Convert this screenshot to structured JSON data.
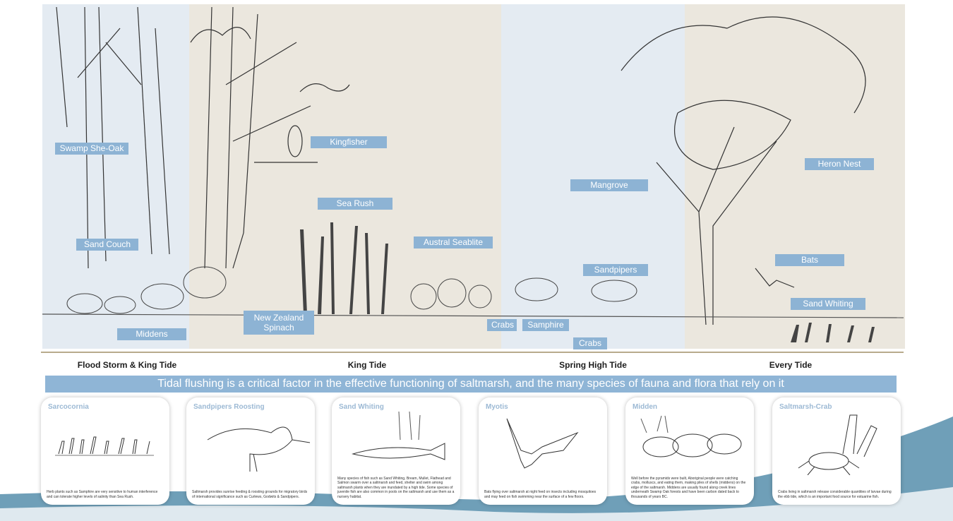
{
  "colors": {
    "zone_blue": "#e4ebf2",
    "zone_beige": "#ebe7de",
    "label_blue": "#8db3d4",
    "banner_blue": "#8fb5d6",
    "wave_blue": "#6f9fb8",
    "divider": "#b8ab8c"
  },
  "labels": {
    "swamp_she_oak": "Swamp She-Oak",
    "kingfisher": "Kingfisher",
    "sea_rush": "Sea Rush",
    "austral_seablite": "Austral Seablite",
    "sand_couch": "Sand Couch",
    "middens": "Middens",
    "new_zealand_spinach": "New Zealand Spinach",
    "mangrove": "Mangrove",
    "heron_nest": "Heron Nest",
    "sandpipers": "Sandpipers",
    "bats": "Bats",
    "sand_whiting": "Sand Whiting",
    "crabs_left": "Crabs",
    "samphire": "Samphire",
    "crabs_bottom": "Crabs"
  },
  "zones": {
    "flood": "Flood Storm & King Tide",
    "king": "King Tide",
    "spring": "Spring High Tide",
    "every": "Every Tide"
  },
  "banner": "Tidal flushing is a critical factor in the effective functioning of saltmarsh, and the many species of fauna and flora that rely on it",
  "cards": [
    {
      "title": "Sarcocornia",
      "text": "Herb plants such as Samphire are very sensitive to human interference and can tolerate higher levels of salinity than Sea Rush."
    },
    {
      "title": "Sandpipers Roosting",
      "text": "Saltmarsh provides sunrise feeding & roosting grounds for migratory birds of international significance such as Curlews, Godwits & Sandpipers."
    },
    {
      "title": "Sand Whiting",
      "text": "Many species of fish such as Sand Whiting, Bream, Mullet, Flathead and Salmon swarm over a saltmarsh and feed, shelter and swim among saltmarsh plants when they are inundated by a high tide. Some species of juvenile fish are also common in pools on the saltmarsh and use them as a nursery habitat."
    },
    {
      "title": "Myotis",
      "text": "Bats flying over saltmarsh at night feed on insects including mosquitoes and may feed on fish swimming near the surface of a few floors."
    },
    {
      "title": "Midden",
      "text": "Well before the pyramids were built, Aboriginal people were catching crabs, molluscs, and eating them, making piles of shells (middens) on the edge of the saltmarsh. Middens are usually found along creek lines underneath Swamp Oak forests and have been carbon dated back to thousands of years BC."
    },
    {
      "title": "Saltmarsh-Crab",
      "text": "Crabs living in saltmarsh release considerable quantities of larvae during the ebb tide, which is an important food source for estuarine fish."
    }
  ]
}
